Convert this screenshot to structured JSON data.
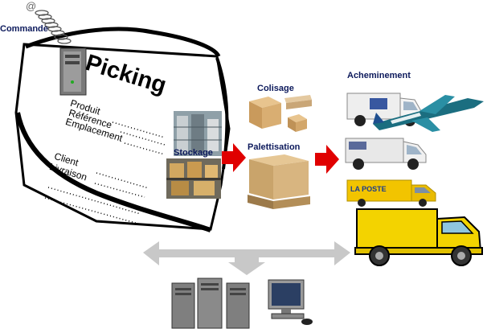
{
  "labels": {
    "commande": "Commande",
    "at_symbol": "@",
    "picking": "Picking",
    "produit": "Produit",
    "reference": "Référence",
    "emplacement": "Emplacement",
    "client": "Client",
    "livraison": "Livraison",
    "stockage": "Stockage",
    "colisage": "Colisage",
    "palettisation": "Palettisation",
    "acheminement": "Acheminement",
    "la_poste": "LA POSTE"
  },
  "colors": {
    "label_text": "#0d1a5c",
    "flow_arrow": "#e00000",
    "connector_arrow": "#c8c8c8",
    "la_poste_yellow": "#f2c400",
    "truck_yellow": "#f3d300"
  },
  "icons": [
    "computer-tower-icon",
    "warehouse-shelves-icon",
    "pallet-storage-icon",
    "cardboard-boxes-icon",
    "wrapped-pallet-icon",
    "delivery-van-icon",
    "airplane-icon",
    "la-poste-truck-icon",
    "yellow-truck-icon",
    "server-towers-icon",
    "monitor-icon"
  ]
}
